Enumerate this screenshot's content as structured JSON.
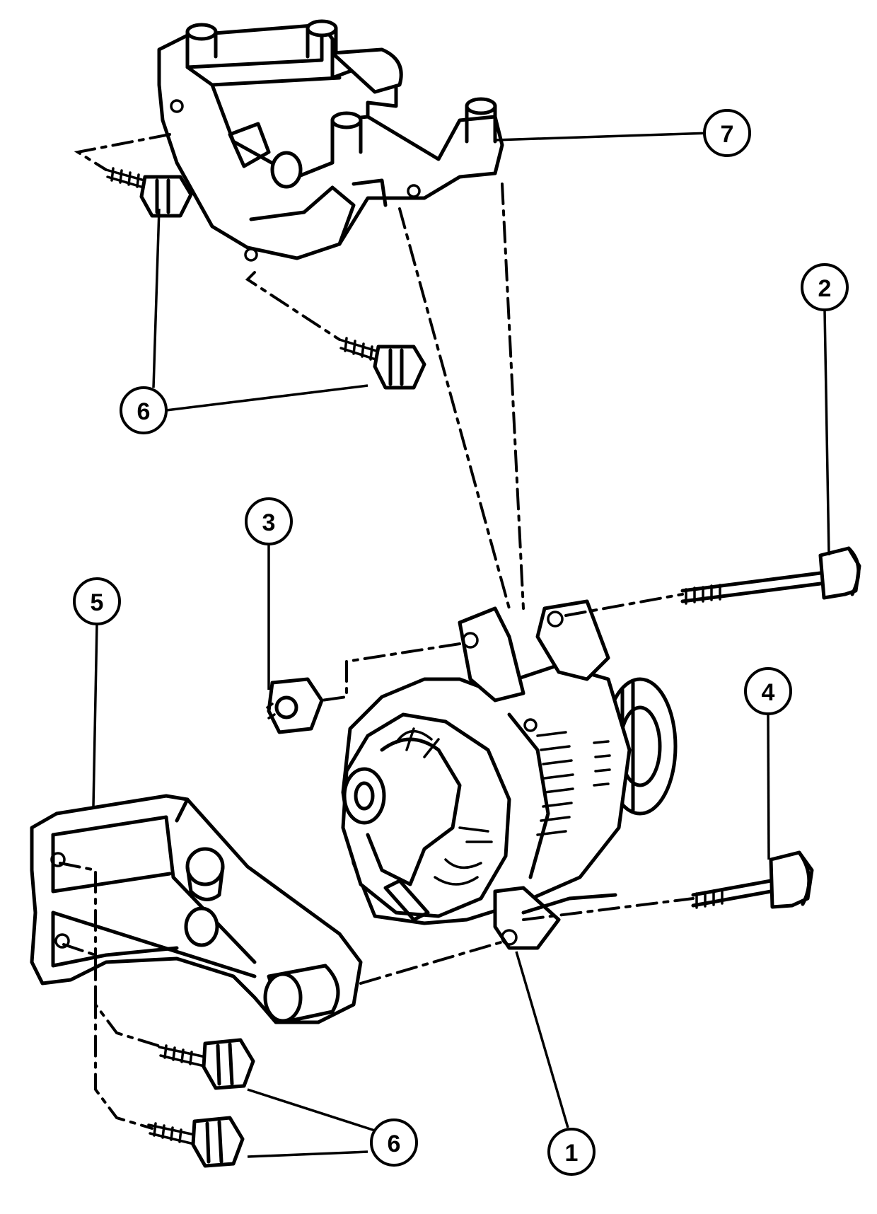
{
  "callouts": {
    "c1": "1",
    "c2": "2",
    "c3": "3",
    "c4": "4",
    "c5": "5",
    "c6a": "6",
    "c6b": "6",
    "c7": "7"
  },
  "colors": {
    "ink": "#000000",
    "paper": "#ffffff"
  }
}
